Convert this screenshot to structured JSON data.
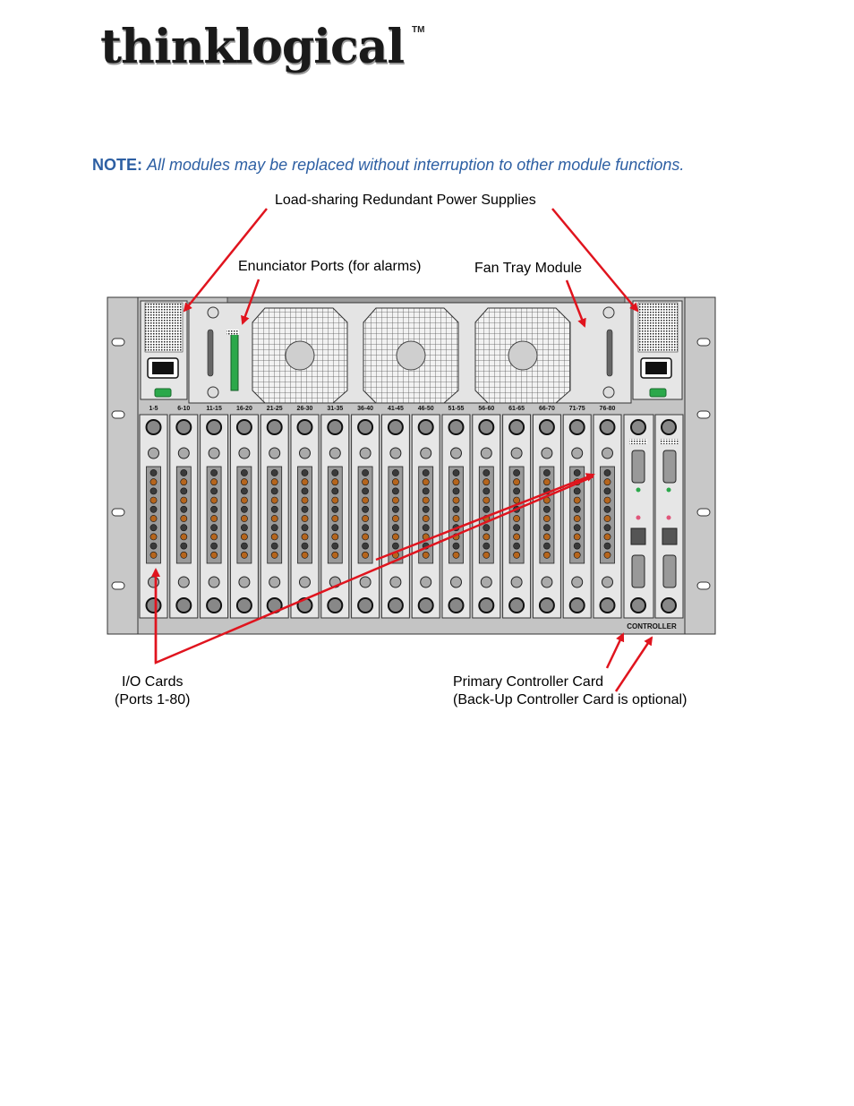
{
  "brand": {
    "logo_text": "thinklogical",
    "trademark": "TM"
  },
  "note": {
    "prefix": "NOTE:",
    "text": "All modules may be replaced without interruption to other module functions."
  },
  "callouts": {
    "power_supplies": "Load-sharing Redundant Power Supplies",
    "enunciator_ports": "Enunciator Ports (for alarms)",
    "fan_tray": "Fan Tray Module",
    "io_cards_line1": "I/O Cards",
    "io_cards_line2": "(Ports 1-80)",
    "controller_line1": "Primary Controller Card",
    "controller_line2": "(Back-Up Controller Card is optional)"
  },
  "chassis": {
    "slot_labels": [
      "1-5",
      "6-10",
      "11-15",
      "16-20",
      "21-25",
      "26-30",
      "31-35",
      "36-40",
      "41-45",
      "46-50",
      "51-55",
      "56-60",
      "61-65",
      "66-70",
      "71-75",
      "76-80"
    ],
    "controller_label": "CONTROLLER"
  },
  "colors": {
    "note_blue": "#2d5fa3",
    "arrow_red": "#e0141e",
    "chassis_grey": "#c4c4c4",
    "led_green": "#2ba84a"
  }
}
